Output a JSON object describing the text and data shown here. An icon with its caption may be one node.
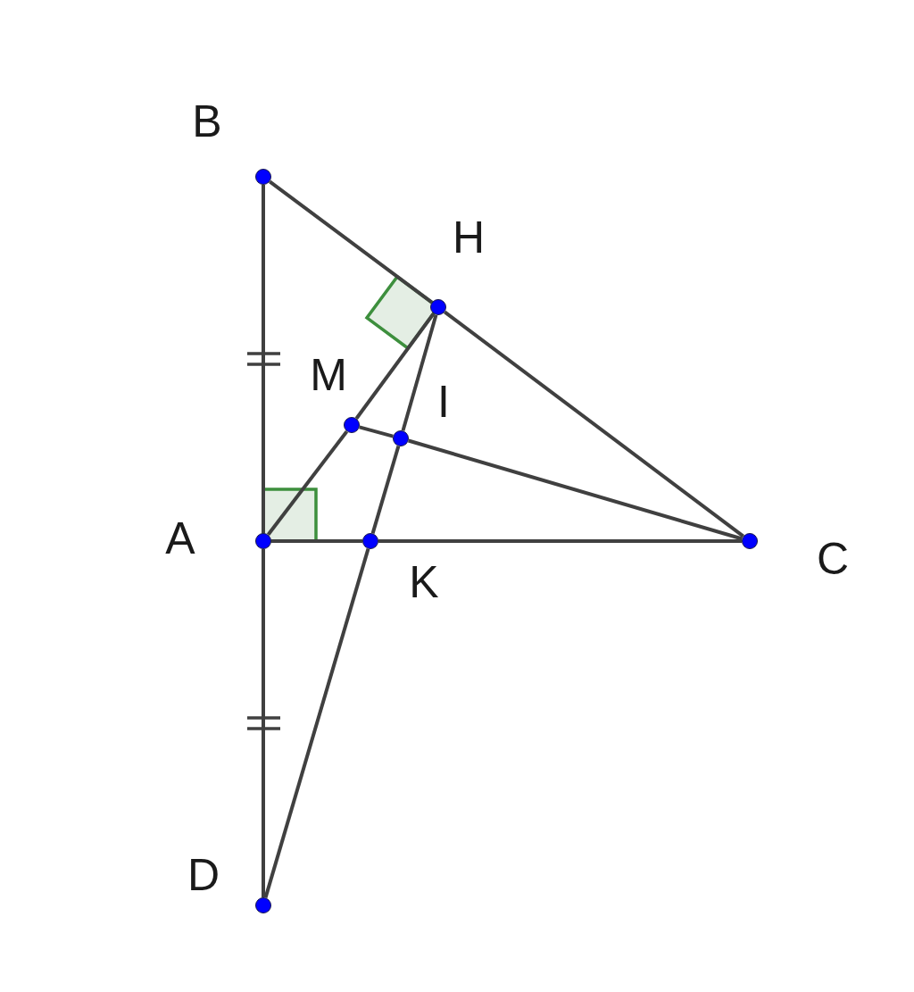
{
  "diagram": {
    "nodes": [
      {
        "text": [
          "B"
        ]
      },
      {
        "text": [
          "H"
        ]
      },
      {
        "text": [
          "M"
        ]
      },
      {
        "text": [
          "I"
        ]
      },
      {
        "text": [
          "A"
        ]
      },
      {
        "text": [
          "K"
        ]
      },
      {
        "text": [
          "C"
        ]
      },
      {
        "text": [
          "D"
        ]
      }
    ],
    "edges": [
      {
        "from": 0,
        "to": 4,
        "arrow": "none"
      },
      {
        "from": 4,
        "to": 7,
        "arrow": "none"
      },
      {
        "from": 0,
        "to": 1,
        "arrow": "none"
      },
      {
        "from": 1,
        "to": 6,
        "arrow": "none"
      },
      {
        "from": 4,
        "to": 2,
        "arrow": "none"
      },
      {
        "from": 2,
        "to": 1,
        "arrow": "none"
      },
      {
        "from": 1,
        "to": 3,
        "arrow": "none"
      },
      {
        "from": 3,
        "to": 5,
        "arrow": "none"
      },
      {
        "from": 5,
        "to": 7,
        "arrow": "none"
      },
      {
        "from": 2,
        "to": 3,
        "arrow": "none"
      },
      {
        "from": 3,
        "to": 6,
        "arrow": "none"
      },
      {
        "from": 4,
        "to": 5,
        "arrow": "none"
      },
      {
        "from": 5,
        "to": 6,
        "arrow": "none"
      }
    ]
  }
}
